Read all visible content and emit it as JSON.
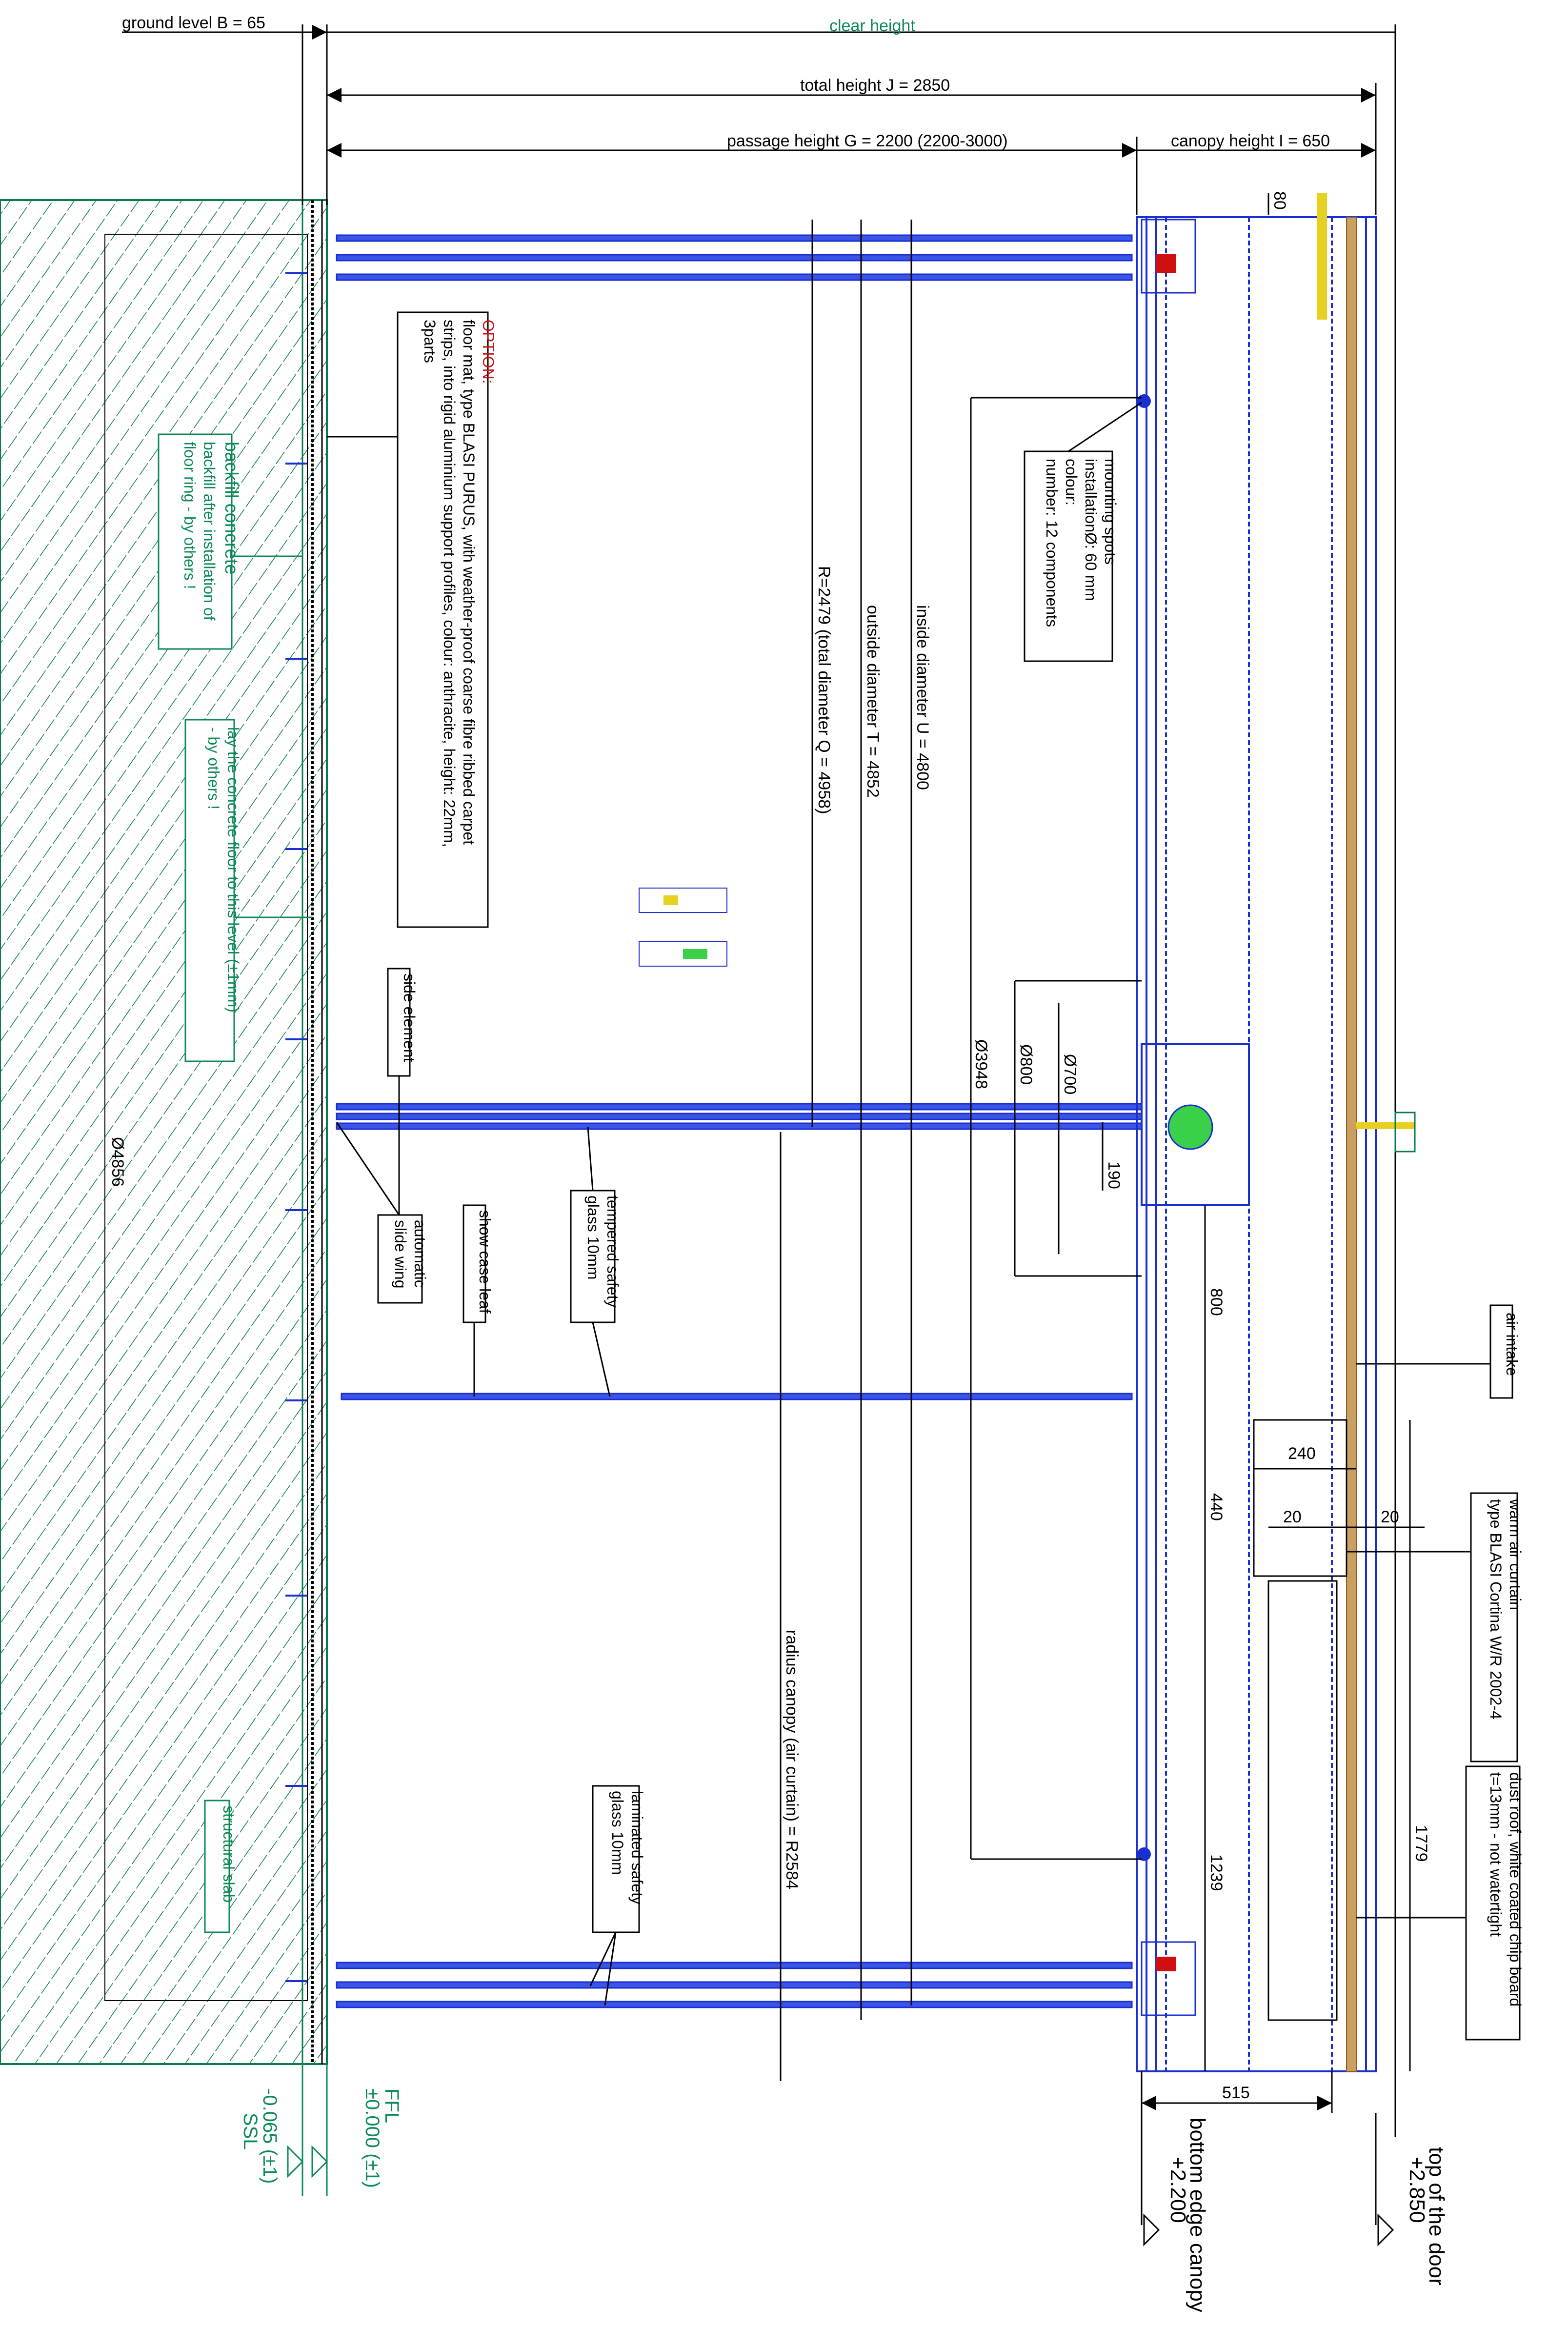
{
  "dimensions": {
    "ground_level": "ground level B = 65",
    "clear_height": "clear height",
    "total_height": "total height J = 2850",
    "passage_height": "passage height G = 2200 (2200-3000)",
    "canopy_height": "canopy height I = 650",
    "d80": "80",
    "d800": "800",
    "d440": "440",
    "d240": "240",
    "d20a": "20",
    "d20b": "20",
    "d1239": "1239",
    "d1779": "1779",
    "d515": "515",
    "d190": "190",
    "d700": "Ø700",
    "d800dia": "Ø800",
    "d3948": "Ø3948",
    "d4856": "Ø4856"
  },
  "vertical_labels": {
    "inside_diameter": "inside diameter U = 4800",
    "outside_diameter": "outside diameter T = 4852",
    "radius": "R=2479 (total diameter Q = 4958)",
    "radius_canopy": "radius canopy (air curtain) = R2584"
  },
  "notes": {
    "option_title": "OPTION:",
    "option_lines": [
      "floor mat, type BLASI PURUS, with weather-proof coarse fibre ribbed carpet",
      "strips, into rigid aluminium support profiles, colour: anthracite, height: 22mm,",
      "3parts"
    ],
    "mounting_lines": [
      "mounting spots",
      "installationØ: 60 mm",
      "colour:",
      "number: 12 components"
    ],
    "backfill_title": "backfill concrete",
    "backfill_lines": [
      "backfill after installation of",
      "floor ring - by others !"
    ],
    "lay_lines": [
      "lay the concrete floor to this level (±1mm)",
      "- by others !"
    ],
    "side_element": "side element",
    "automatic_lines": [
      "automatic",
      "slide wing"
    ],
    "show_case": "show case leaf",
    "tempered_lines": [
      "tempered safety",
      "glass 10mm"
    ],
    "laminated_lines": [
      "laminated safety",
      "glass 10mm"
    ],
    "structural_slab": "structural slab",
    "air_intake": "air intake",
    "warm_air_lines": [
      "warm air curtain",
      "type BLASI Cortina W/R 2002-4"
    ],
    "dust_roof_lines": [
      "dust roof, white coated chip board",
      "t=13mm - not watertight"
    ]
  },
  "levels": {
    "ffl": "FFL",
    "ffl_value": "±0.000 (±1)",
    "ssl_value": "-0.065 (±1)",
    "ssl": "SSL",
    "bottom_edge": "bottom edge canopy",
    "bottom_edge_value": "+2.200",
    "top_door": "top of the door",
    "top_door_value": "+2.850"
  },
  "colors": {
    "hatch": "#0b7a4a",
    "glass": "#1a2fd0",
    "line": "#000000",
    "accent_red": "#d01010",
    "accent_yellow": "#e8d020",
    "green_text": "#0b8a55",
    "brown": "#8a5a2a"
  }
}
